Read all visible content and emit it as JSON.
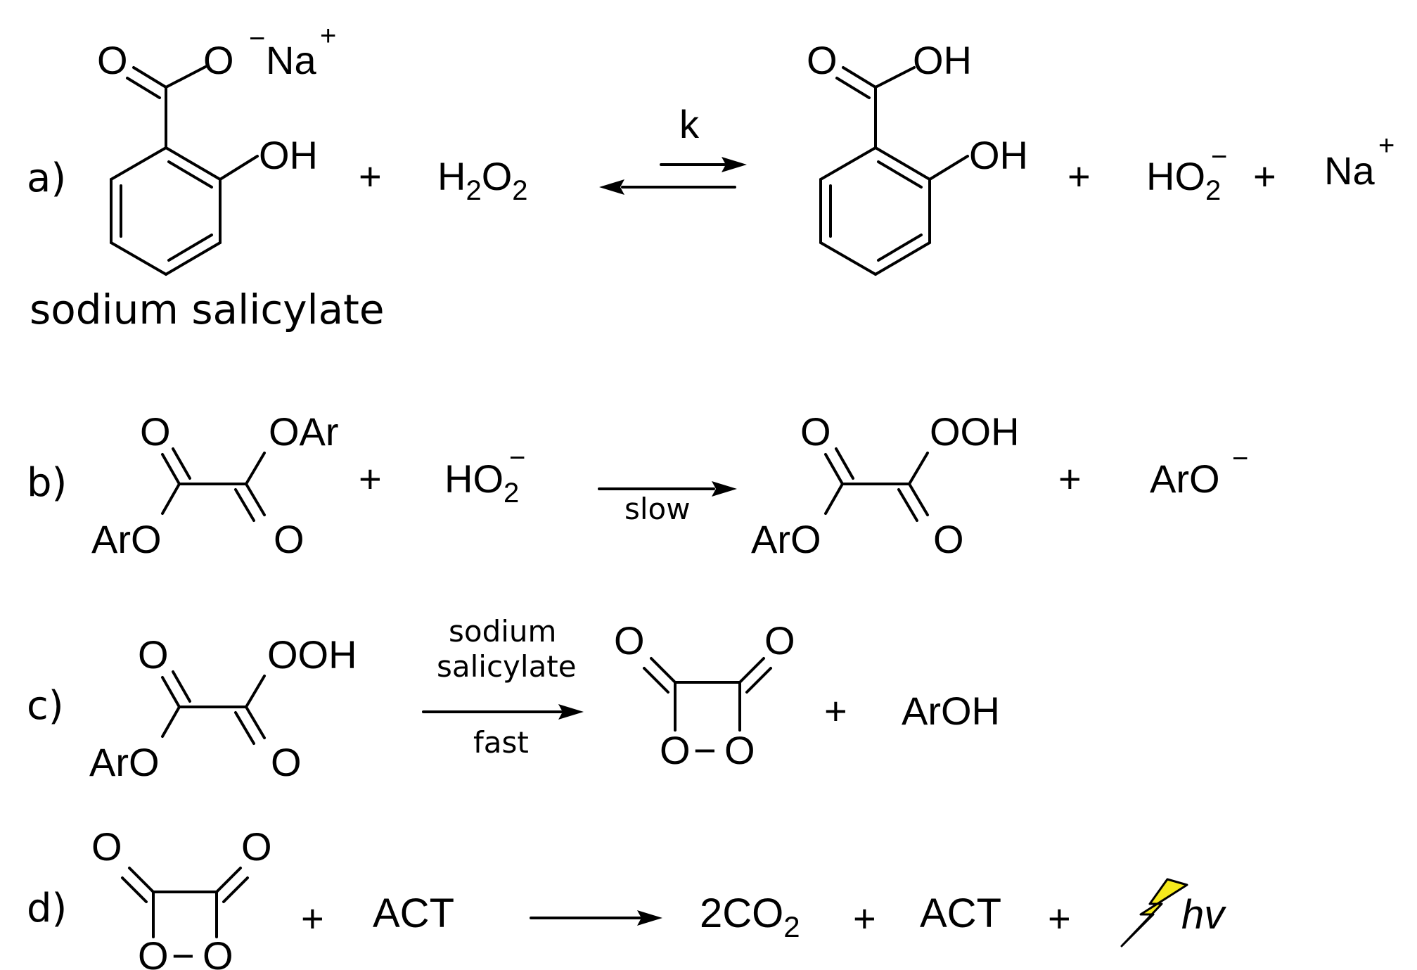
{
  "reaction_a": {
    "label": "a)",
    "na1": "Na",
    "plus_charge": "+",
    "minus_charge": "−",
    "oh": "OH",
    "o": "O",
    "plus": "+",
    "h": "H",
    "two": "2",
    "k": "k",
    "ho": "HO",
    "na2": "Na",
    "name": "sodium salicylate"
  },
  "reaction_b": {
    "label": "b)",
    "oar": "OAr",
    "aro": "ArO",
    "o": "O",
    "plus": "+",
    "ho": "HO",
    "two": "2",
    "minus_charge": "−",
    "slow": "slow",
    "ooh": "OOH",
    "aro_ion": "ArO",
    "aro_charge": "−"
  },
  "reaction_c": {
    "label": "c)",
    "ooh": "OOH",
    "aro": "ArO",
    "o": "O",
    "catalyst_1": "sodium",
    "catalyst_2": "salicylate",
    "fast": "fast",
    "ring_o": "O",
    "ring_dash": "−",
    "plus": "+",
    "aroh": "ArOH"
  },
  "reaction_d": {
    "label": "d)",
    "o": "O",
    "ring_dash": "−",
    "plus": "+",
    "act": "ACT",
    "co2_prefix": "2CO",
    "two": "2",
    "hv": "hv",
    "bolt_color": "#f5ea1c"
  }
}
